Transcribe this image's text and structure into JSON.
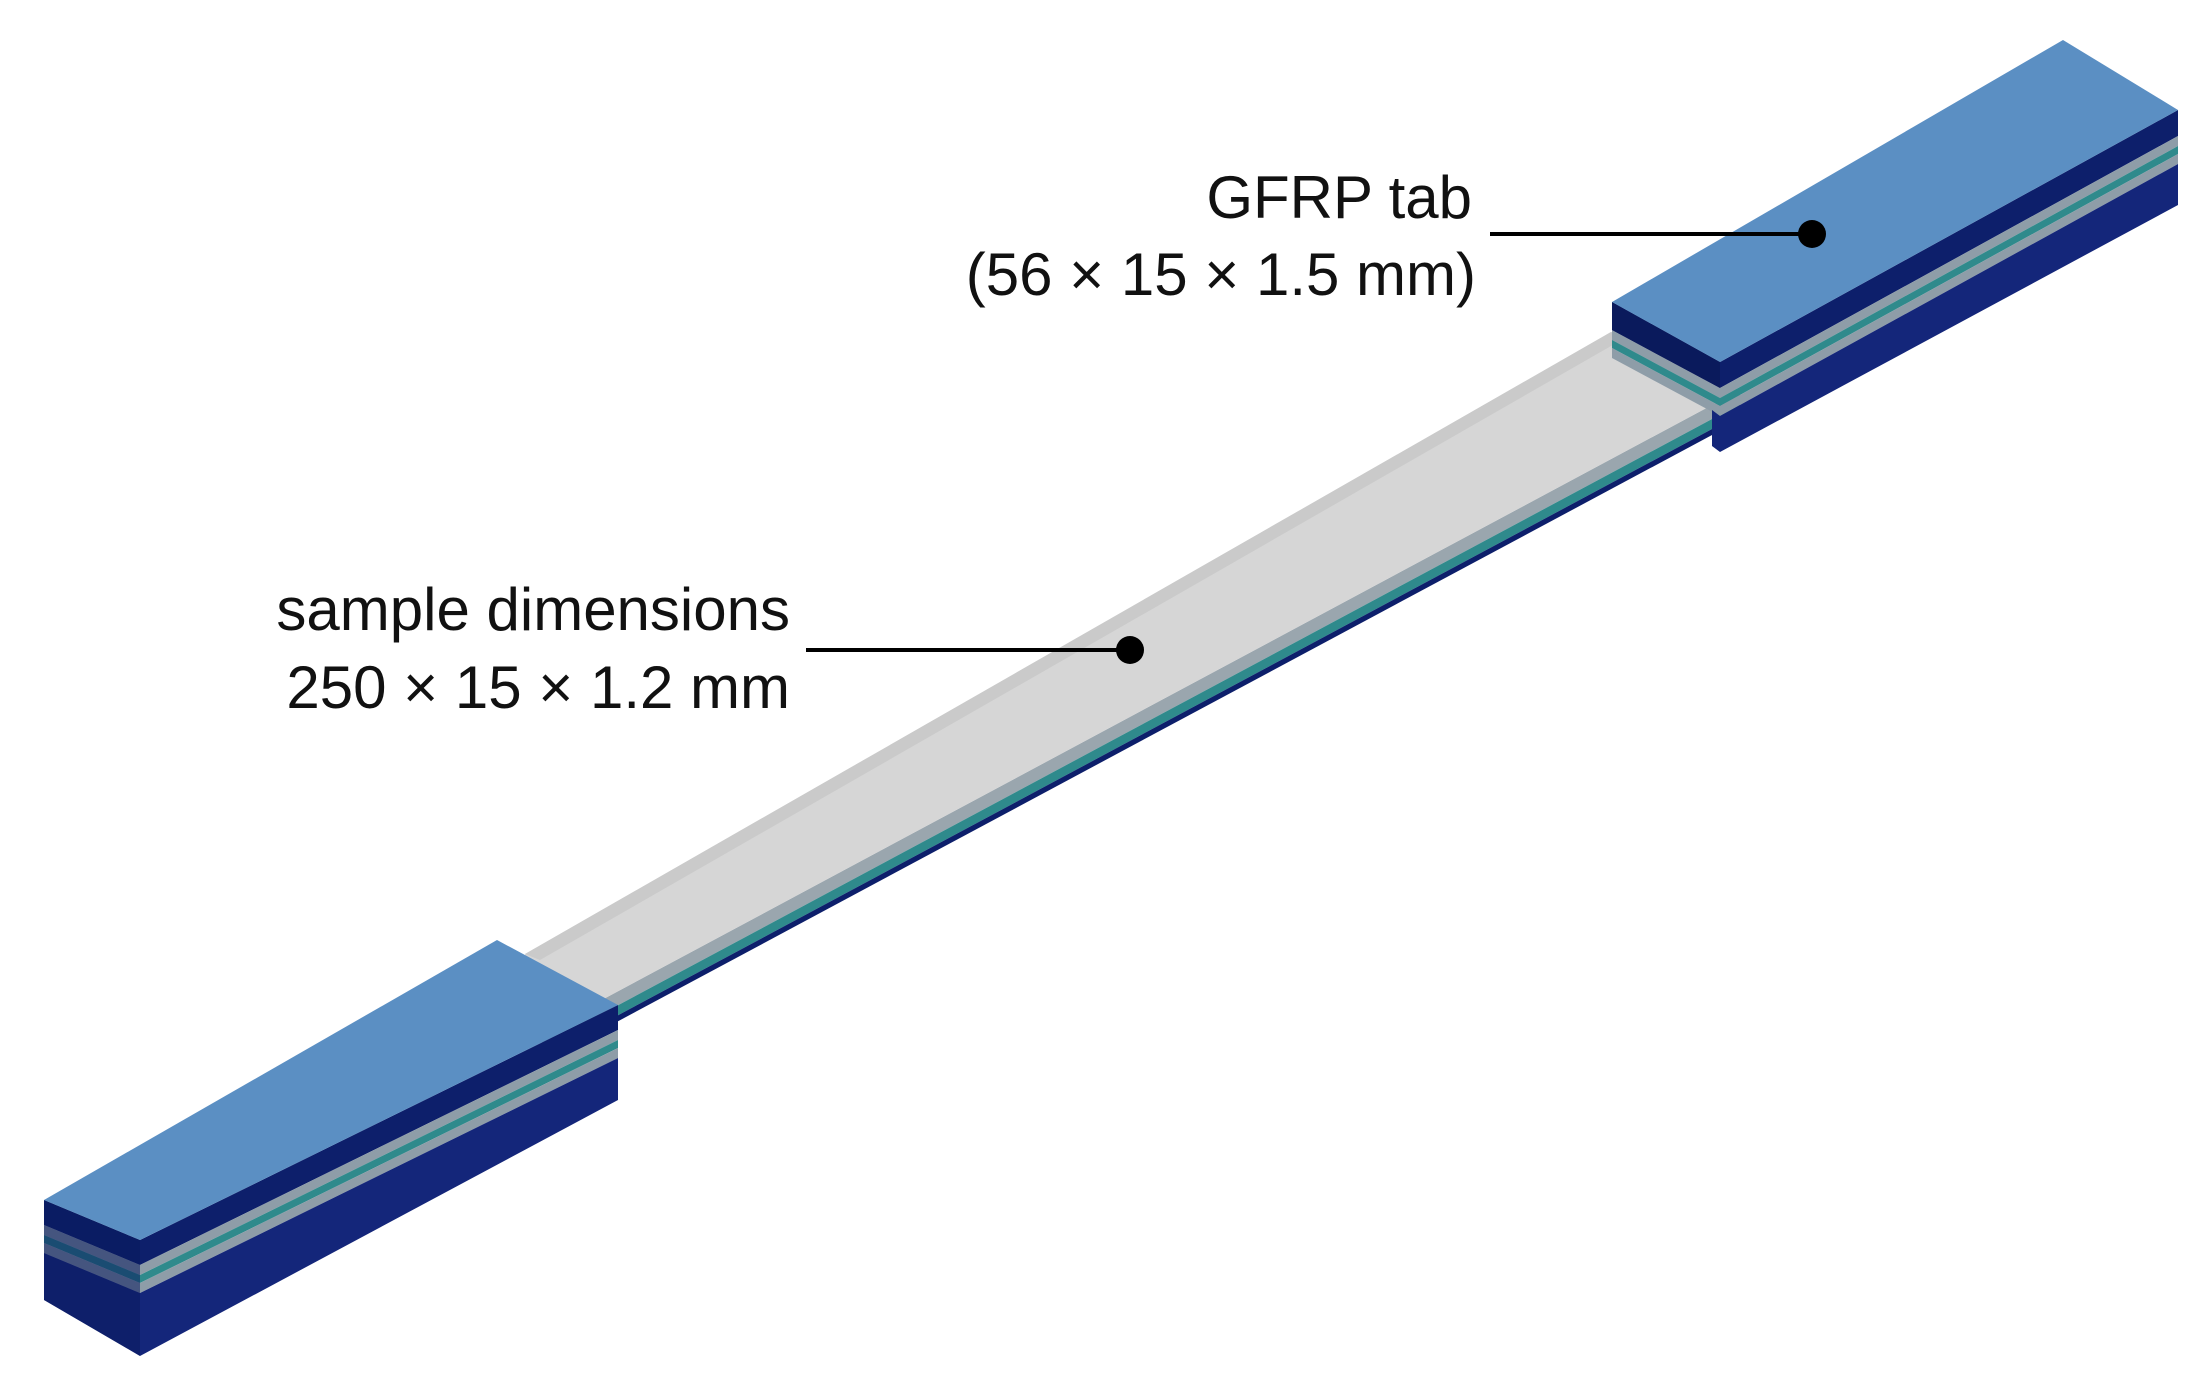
{
  "annotations": {
    "tab": {
      "title": "GFRP tab",
      "dimensions": "(56 × 15 × 1.5 mm)"
    },
    "sample": {
      "title": "sample dimensions",
      "dimensions": "250 × 15 × 1.2 mm"
    }
  },
  "colors": {
    "tab_top": "#5b8fc3",
    "tab_dark": "#0d1f6b",
    "tab_side": "#14267a",
    "layer_teal": "#2f8a8c",
    "layer_grey": "#8e9da8",
    "sample_top": "#d6d6d6",
    "sample_edge": "#bdbdbd",
    "leader": "#000000"
  }
}
